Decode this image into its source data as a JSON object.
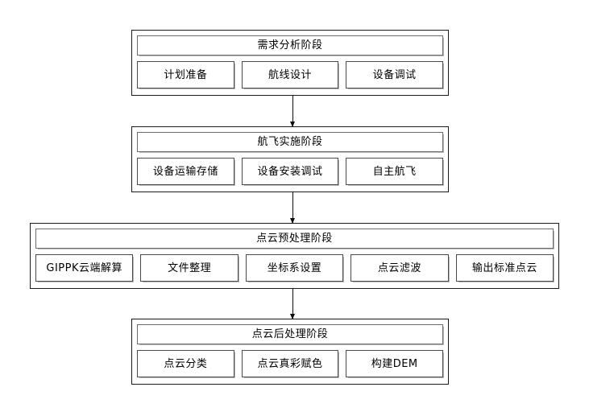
{
  "diagram": {
    "type": "flowchart",
    "orientation": "vertical",
    "stages": [
      {
        "title": "需求分析阶段",
        "steps": [
          "计划准备",
          "航线设计",
          "设备调试"
        ]
      },
      {
        "title": "航飞实施阶段",
        "steps": [
          "设备运输存储",
          "设备安装调试",
          "自主航飞"
        ]
      },
      {
        "title": "点云预处理阶段",
        "steps": [
          "GIPPK云端解算",
          "文件整理",
          "坐标系设置",
          "点云滤波",
          "输出标准点云"
        ]
      },
      {
        "title": "点云后处理阶段",
        "steps": [
          "点云分类",
          "点云真彩赋色",
          "构建DEM"
        ]
      }
    ],
    "connectors": [
      {
        "from": "需求分析阶段",
        "to": "航飞实施阶段",
        "marker": "arrow-down"
      },
      {
        "from": "航飞实施阶段",
        "to": "点云预处理阶段",
        "marker": "arrow-down"
      },
      {
        "from": "点云预处理阶段",
        "to": "点云后处理阶段",
        "marker": "arrow-down"
      }
    ],
    "colors": {
      "background": "#ffffff",
      "outer_border": "#1a1a1a",
      "inner_border": "#4a4a4a",
      "title_border": "#6b6b6b",
      "text": "#000000",
      "connector": "#0d0d0d"
    }
  }
}
